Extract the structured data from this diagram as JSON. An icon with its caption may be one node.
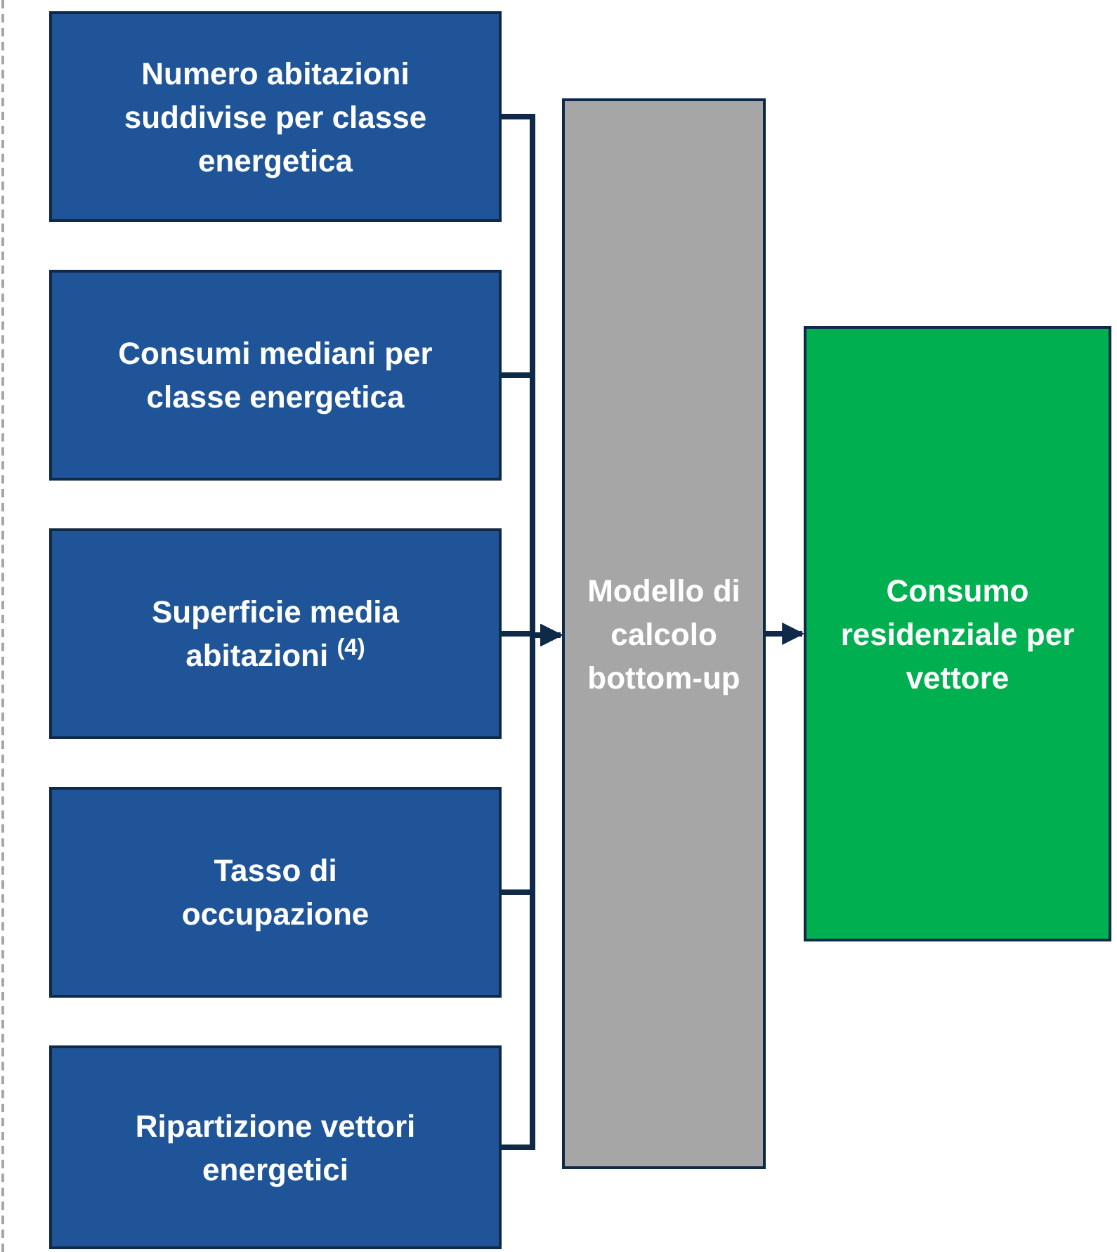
{
  "diagram": {
    "nodes": [
      {
        "text": [
          "Numero abitazioni suddivise per classe energetica"
        ]
      },
      {
        "text": [
          "Consumi mediani per classe energetica"
        ]
      },
      {
        "text": [
          "Superficie media abitazioni $^{(4)}$"
        ]
      },
      {
        "text": [
          "Tasso di occupazione"
        ]
      },
      {
        "text": [
          "Ripartizione vettori energetici"
        ]
      },
      {
        "text": [
          "Modello di calcolo bottom-up"
        ]
      },
      {
        "text": [
          "Consumo residenziale per vettore"
        ]
      }
    ],
    "edges": [
      {
        "from": 0,
        "to": 5,
        "arrow": "to"
      },
      {
        "from": 1,
        "to": 5,
        "arrow": "to"
      },
      {
        "from": 2,
        "to": 5,
        "arrow": "to"
      },
      {
        "from": 3,
        "to": 5,
        "arrow": "to"
      },
      {
        "from": 4,
        "to": 5,
        "arrow": "to"
      },
      {
        "from": 5,
        "to": 6,
        "arrow": "to"
      }
    ]
  }
}
